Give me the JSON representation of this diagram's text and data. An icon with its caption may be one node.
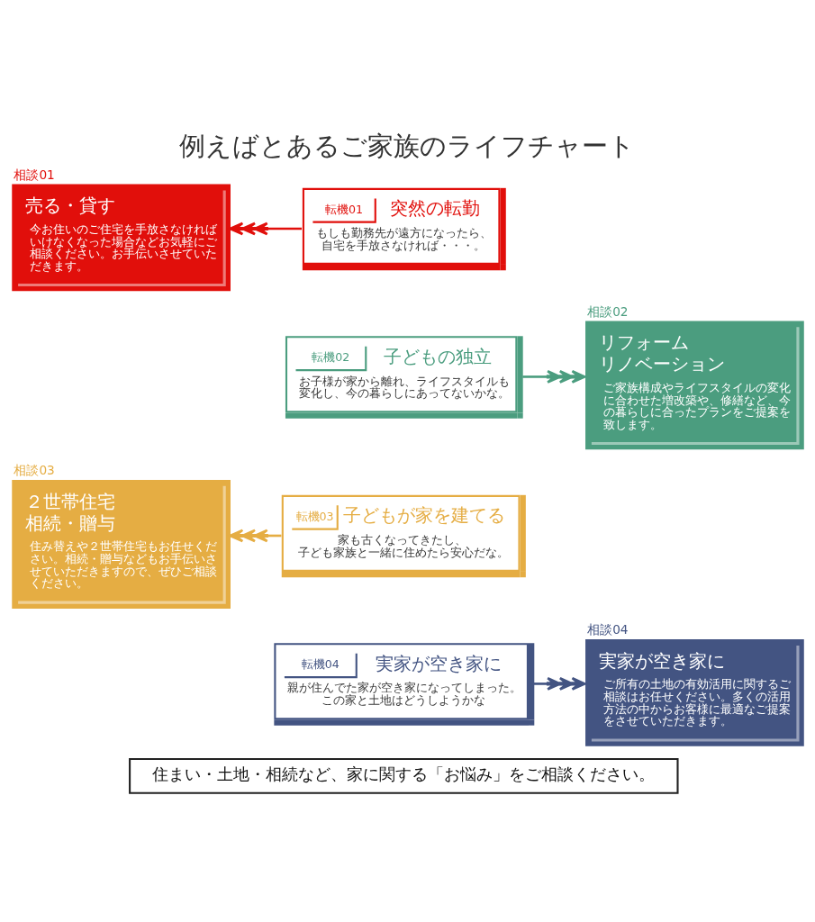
{
  "diagram": {
    "title": "例えばとあるご家族のライフチャート",
    "nodes": [
      {
        "text": [
          "相談01",
          "売る・貸す",
          "今お住いのご住宅を手放さなければいけなくなった場合などお気軽にご相談ください。お手伝いさせていただきます。"
        ]
      },
      {
        "text": [
          "転機01",
          "突然の転勤",
          "もしも勤務先が遠方になったら、自宅を手放さなければ・・・。"
        ]
      },
      {
        "text": [
          "相談02",
          "リフォーム",
          "リノベーション",
          "ご家族構成やライフスタイルの変化に合わせた増改築や、修繕など、今の暮らしに合ったプランをご提案を致します。"
        ]
      },
      {
        "text": [
          "転機02",
          "子どもの独立",
          "お子様が家から離れ、ライフスタイルも変化し、今の暮らしにあってないかな。"
        ]
      },
      {
        "text": [
          "相談03",
          "２世帯住宅",
          "相続・贈与",
          "住み替えや２世帯住宅もお任せください。相続・贈与などもお手伝いさせていただきますので、ぜひご相談ください。"
        ]
      },
      {
        "text": [
          "転機03",
          "子どもが家を建てる",
          "家も古くなってきたし、子ども家族と一緒に住めたら安心だな。"
        ]
      },
      {
        "text": [
          "相談04",
          "実家が空き家に",
          "ご所有の土地の有効活用に関するご相談はお任せください。多くの活用方法の中からお客様に最適なご提案をさせていただきます。"
        ]
      },
      {
        "text": [
          "転機04",
          "実家が空き家に",
          "親が住んでた家が空き家になってしまった。この家と土地はどうしようかな"
        ]
      },
      {
        "text": [
          "住まい・土地・相続など、家に関する「お悩み」をご相談ください。"
        ]
      }
    ],
    "edges": [
      {
        "from": 1,
        "to": 0,
        "arrow": "to",
        "color": "#e10f0b"
      },
      {
        "from": 3,
        "to": 2,
        "arrow": "to",
        "color": "#4b9d7f"
      },
      {
        "from": 5,
        "to": 4,
        "arrow": "to",
        "color": "#e5ad43"
      },
      {
        "from": 7,
        "to": 6,
        "arrow": "to",
        "color": "#435482"
      }
    ]
  }
}
